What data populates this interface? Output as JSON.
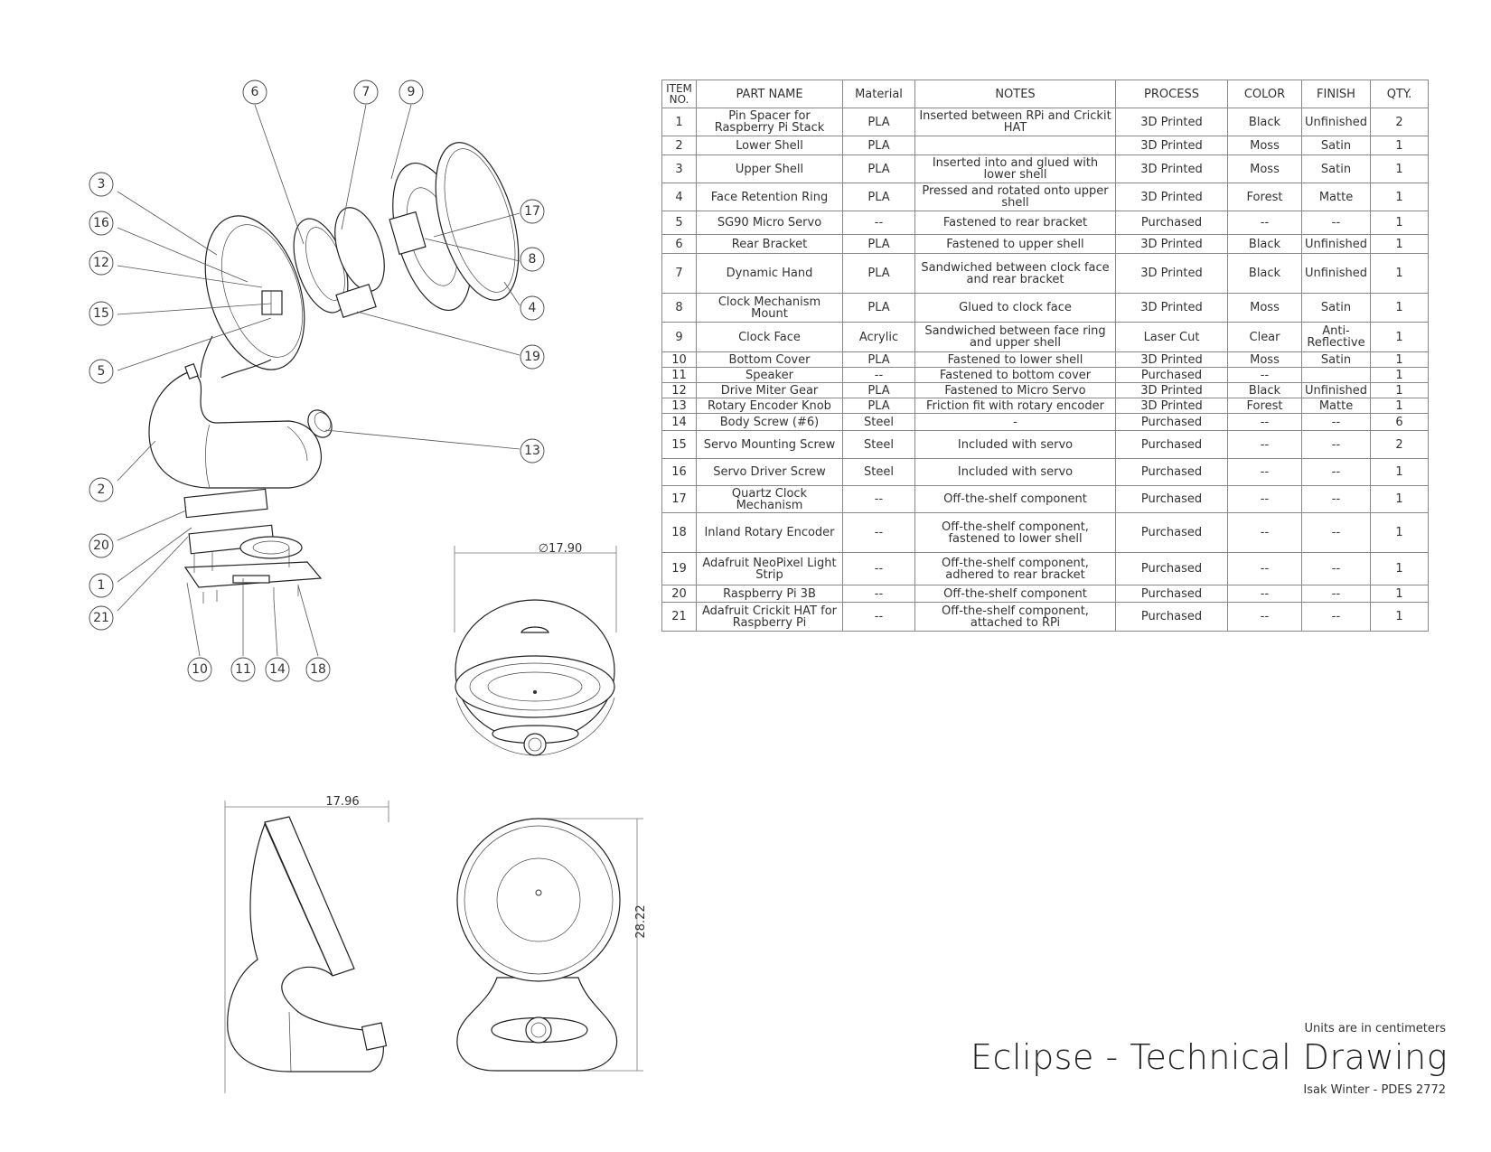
{
  "bom": {
    "headers": {
      "item_no": "ITEM NO.",
      "part_name": "PART NAME",
      "material": "Material",
      "notes": "NOTES",
      "process": "PROCESS",
      "color": "COLOR",
      "finish": "FINISH",
      "qty": "QTY."
    },
    "rows": [
      {
        "item": "1",
        "part": "Pin Spacer for Raspberry Pi Stack",
        "material": "PLA",
        "notes": "Inserted between RPi and Crickit HAT",
        "process": "3D Printed",
        "color": "Black",
        "finish": "Unfinished",
        "qty": "2"
      },
      {
        "item": "2",
        "part": "Lower Shell",
        "material": "PLA",
        "notes": "",
        "process": "3D Printed",
        "color": "Moss",
        "finish": "Satin",
        "qty": "1"
      },
      {
        "item": "3",
        "part": "Upper Shell",
        "material": "PLA",
        "notes": "Inserted into and glued with lower shell",
        "process": "3D Printed",
        "color": "Moss",
        "finish": "Satin",
        "qty": "1"
      },
      {
        "item": "4",
        "part": "Face Retention Ring",
        "material": "PLA",
        "notes": "Pressed and rotated onto upper shell",
        "process": "3D Printed",
        "color": "Forest",
        "finish": "Matte",
        "qty": "1"
      },
      {
        "item": "5",
        "part": "SG90 Micro Servo",
        "material": "--",
        "notes": "Fastened to rear bracket",
        "process": "Purchased",
        "color": "--",
        "finish": "--",
        "qty": "1"
      },
      {
        "item": "6",
        "part": "Rear Bracket",
        "material": "PLA",
        "notes": "Fastened to upper shell",
        "process": "3D Printed",
        "color": "Black",
        "finish": "Unfinished",
        "qty": "1"
      },
      {
        "item": "7",
        "part": "Dynamic Hand",
        "material": "PLA",
        "notes": "Sandwiched between clock face and rear bracket",
        "process": "3D Printed",
        "color": "Black",
        "finish": "Unfinished",
        "qty": "1"
      },
      {
        "item": "8",
        "part": "Clock Mechanism Mount",
        "material": "PLA",
        "notes": "Glued to clock face",
        "process": "3D Printed",
        "color": "Moss",
        "finish": "Satin",
        "qty": "1"
      },
      {
        "item": "9",
        "part": "Clock Face",
        "material": "Acrylic",
        "notes": "Sandwiched between face ring and upper shell",
        "process": "Laser Cut",
        "color": "Clear",
        "finish": "Anti-Reflective",
        "qty": "1"
      },
      {
        "item": "10",
        "part": "Bottom Cover",
        "material": "PLA",
        "notes": "Fastened to lower shell",
        "process": "3D Printed",
        "color": "Moss",
        "finish": "Satin",
        "qty": "1"
      },
      {
        "item": "11",
        "part": "Speaker",
        "material": "--",
        "notes": "Fastened to bottom cover",
        "process": "Purchased",
        "color": "--",
        "finish": "",
        "qty": "1"
      },
      {
        "item": "12",
        "part": "Drive Miter Gear",
        "material": "PLA",
        "notes": "Fastened to Micro Servo",
        "process": "3D Printed",
        "color": "Black",
        "finish": "Unfinished",
        "qty": "1"
      },
      {
        "item": "13",
        "part": "Rotary Encoder Knob",
        "material": "PLA",
        "notes": "Friction fit with rotary encoder",
        "process": "3D Printed",
        "color": "Forest",
        "finish": "Matte",
        "qty": "1"
      },
      {
        "item": "14",
        "part": "Body Screw (#6)",
        "material": "Steel",
        "notes": "-",
        "process": "Purchased",
        "color": "--",
        "finish": "--",
        "qty": "6"
      },
      {
        "item": "15",
        "part": "Servo Mounting Screw",
        "material": "Steel",
        "notes": "Included with servo",
        "process": "Purchased",
        "color": "--",
        "finish": "--",
        "qty": "2"
      },
      {
        "item": "16",
        "part": "Servo Driver Screw",
        "material": "Steel",
        "notes": "Included with servo",
        "process": "Purchased",
        "color": "--",
        "finish": "--",
        "qty": "1"
      },
      {
        "item": "17",
        "part": "Quartz Clock Mechanism",
        "material": "--",
        "notes": "Off-the-shelf component",
        "process": "Purchased",
        "color": "--",
        "finish": "--",
        "qty": "1"
      },
      {
        "item": "18",
        "part": "Inland Rotary Encoder",
        "material": "--",
        "notes": "Off-the-shelf component, fastened to lower shell",
        "process": "Purchased",
        "color": "--",
        "finish": "--",
        "qty": "1"
      },
      {
        "item": "19",
        "part": "Adafruit NeoPixel Light Strip",
        "material": "--",
        "notes": "Off-the-shelf component, adhered to rear bracket",
        "process": "Purchased",
        "color": "--",
        "finish": "--",
        "qty": "1"
      },
      {
        "item": "20",
        "part": "Raspberry Pi 3B",
        "material": "--",
        "notes": "Off-the-shelf component",
        "process": "Purchased",
        "color": "--",
        "finish": "--",
        "qty": "1"
      },
      {
        "item": "21",
        "part": "Adafruit Crickit HAT for Raspberry Pi",
        "material": "--",
        "notes": "Off-the-shelf component, attached to RPi",
        "process": "Purchased",
        "color": "--",
        "finish": "--",
        "qty": "1"
      }
    ]
  },
  "balloons": [
    "6",
    "7",
    "9",
    "3",
    "16",
    "12",
    "15",
    "5",
    "17",
    "8",
    "4",
    "19",
    "13",
    "2",
    "20",
    "1",
    "21",
    "10",
    "11",
    "14",
    "18"
  ],
  "dimensions": {
    "diameter": "∅17.90",
    "width": "17.96",
    "height": "28.22"
  },
  "title_block": {
    "units": "Units are in centimeters",
    "title": "Eclipse - Technical Drawing",
    "author": "Isak Winter - PDES 2772"
  }
}
